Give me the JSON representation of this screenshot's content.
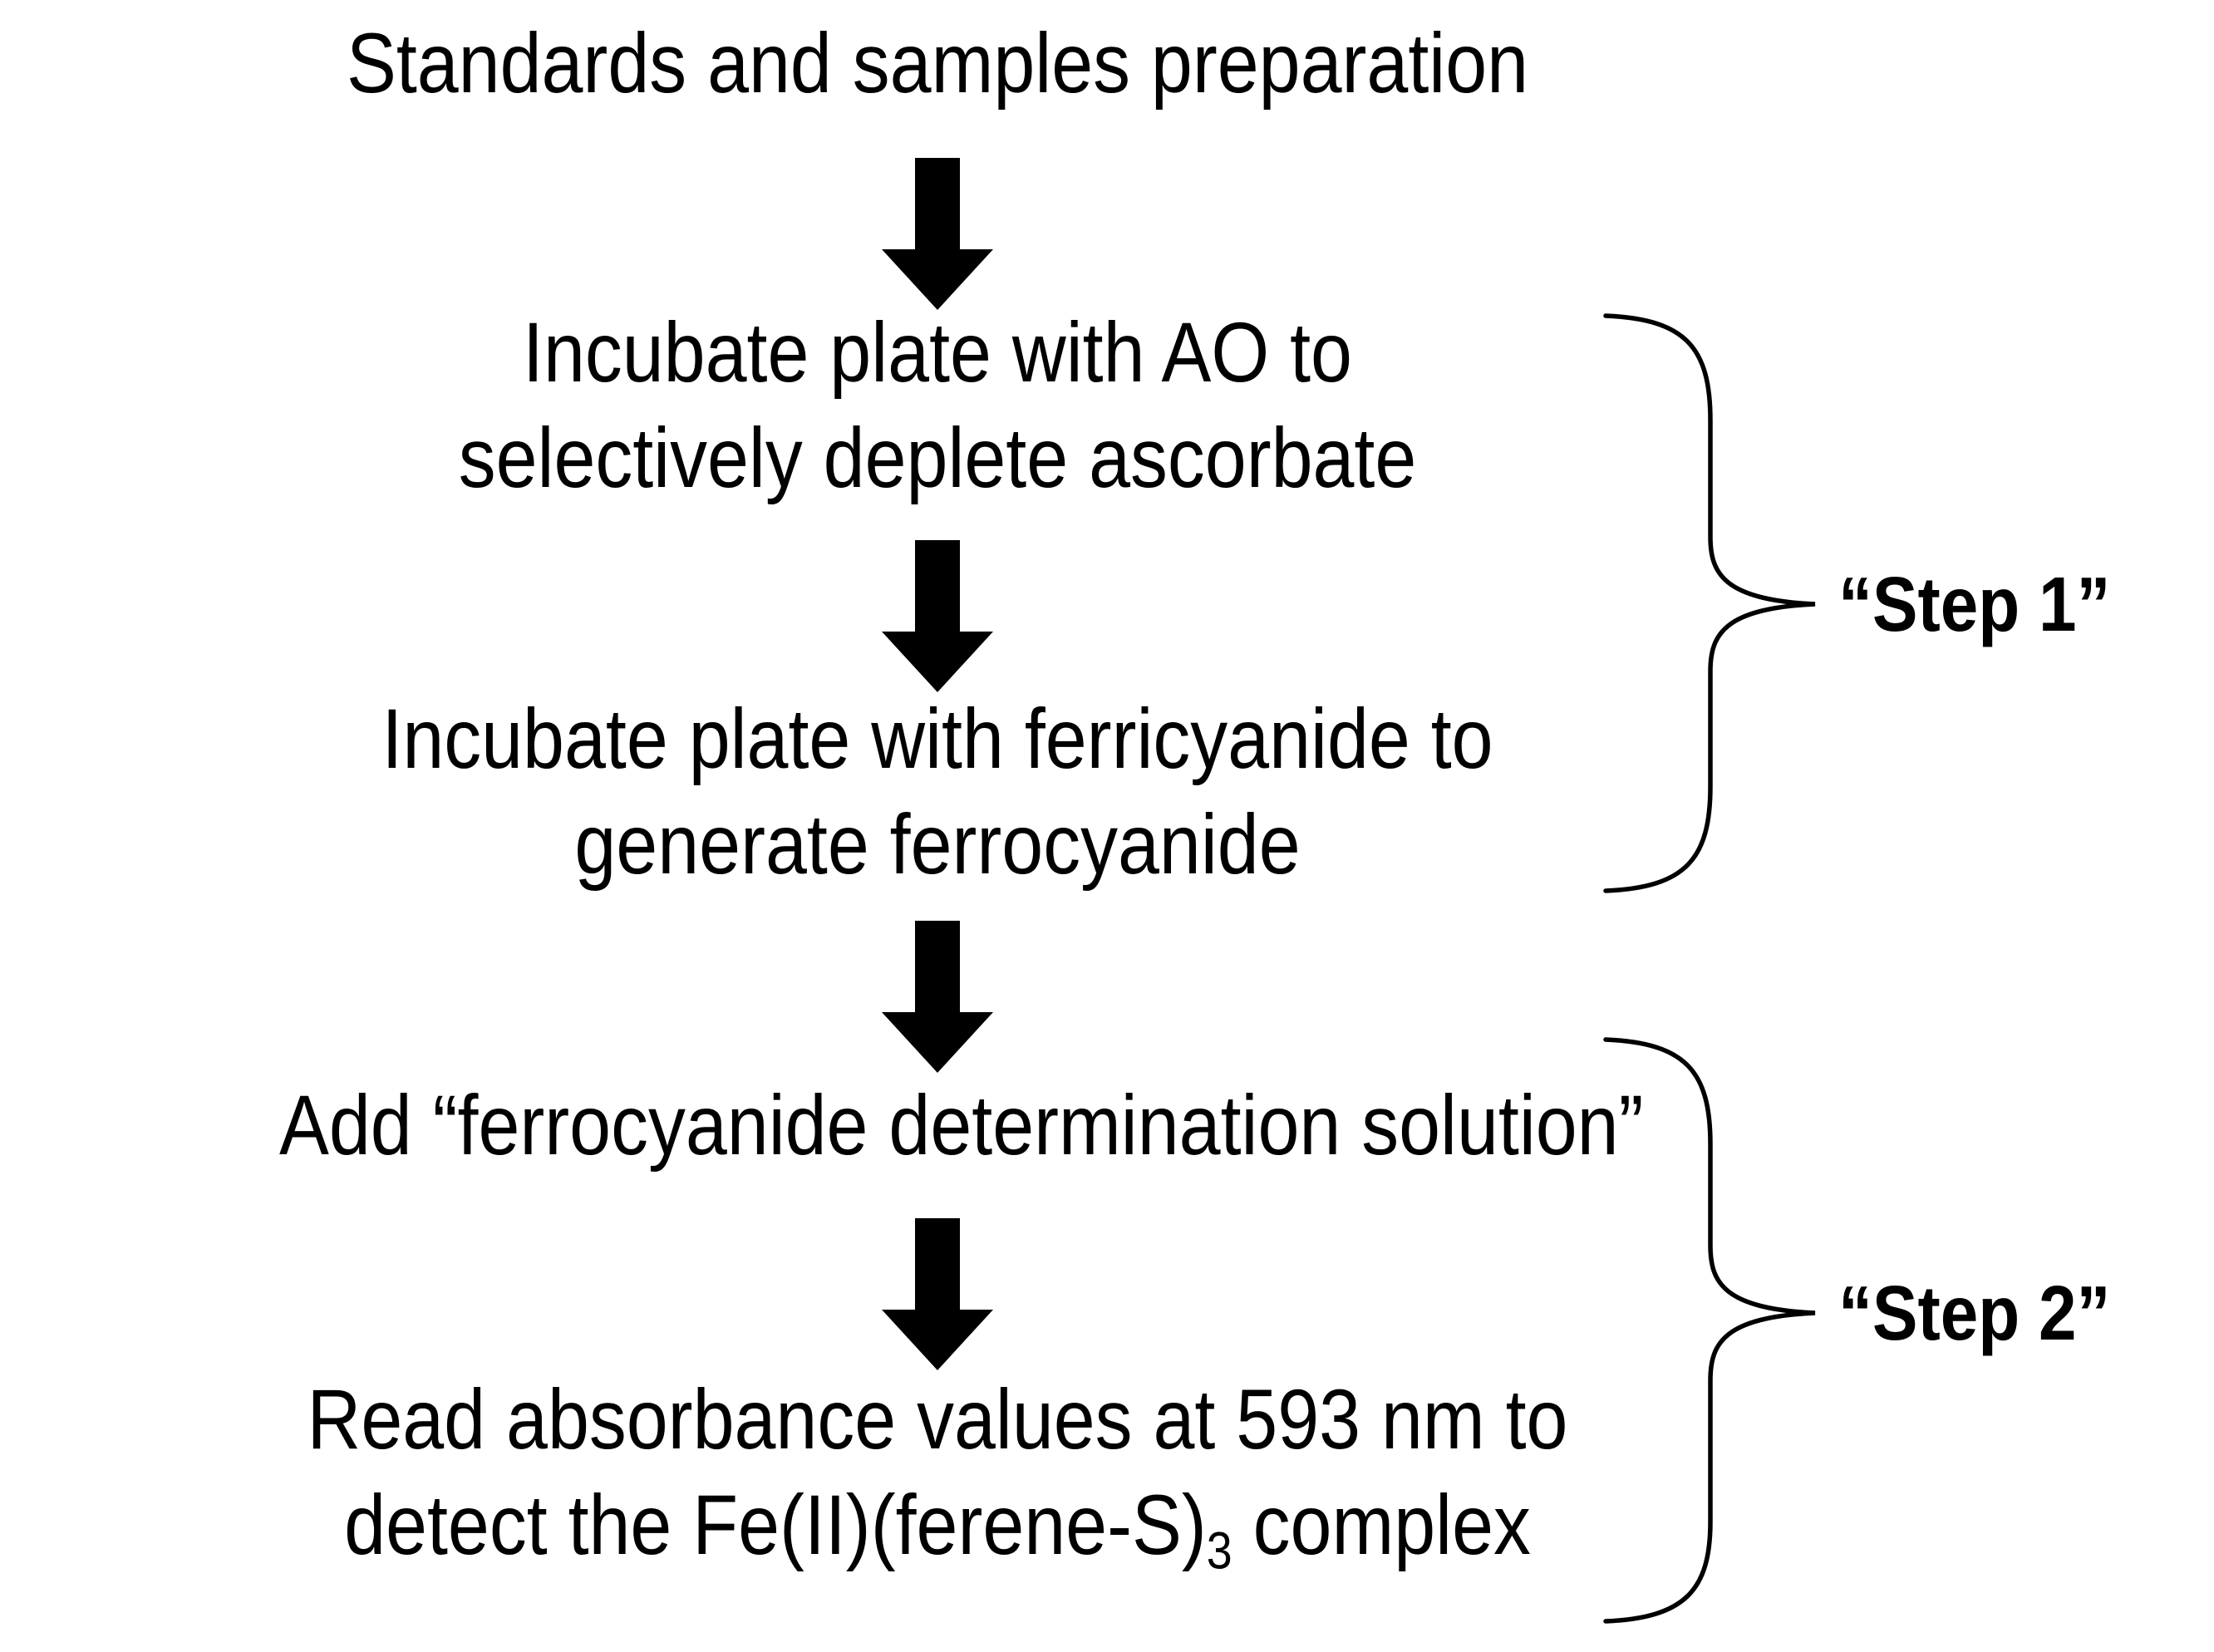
{
  "colors": {
    "ink": "#000000",
    "background": "#ffffff"
  },
  "flow": {
    "node1": {
      "line1": "Standards and samples preparation"
    },
    "node2": {
      "line1": "Incubate plate with AO to",
      "line2": "selectively deplete ascorbate"
    },
    "node3": {
      "line1": "Incubate plate with ferricyanide to",
      "line2": "generate ferrocyanide"
    },
    "node4": {
      "line1": "Add “ferrocyanide determination solution”"
    },
    "node5": {
      "line1": "Read absorbance values at 593 nm to",
      "line2_pre": "detect the Fe(II)(ferene-S)",
      "line2_sub": "3",
      "line2_post": " complex"
    }
  },
  "annotations": {
    "step1_label": "“Step 1”",
    "step2_label": "“Step 2”"
  }
}
